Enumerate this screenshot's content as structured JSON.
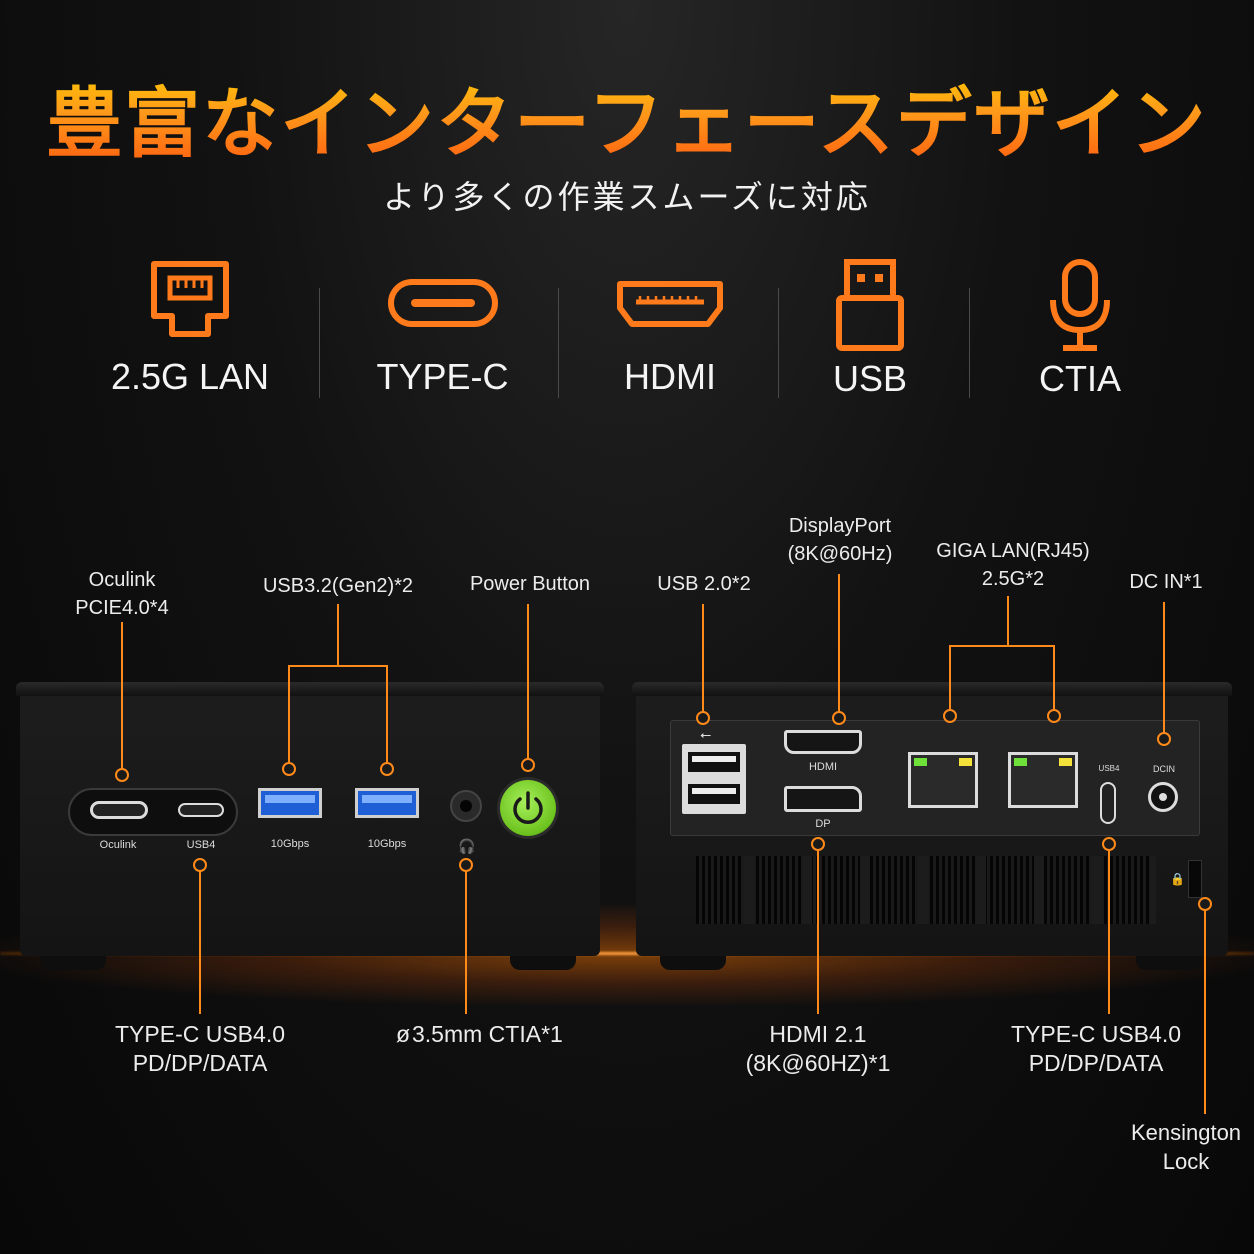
{
  "header": {
    "title": "豊富なインターフェースデザイン",
    "subtitle": "より多くの作業スムーズに対応"
  },
  "features": [
    {
      "icon": "ethernet-port-icon",
      "label": "2.5G LAN"
    },
    {
      "icon": "usb-c-port-icon",
      "label": "TYPE-C"
    },
    {
      "icon": "hdmi-port-icon",
      "label": "HDMI"
    },
    {
      "icon": "usb-a-port-icon",
      "label": "USB"
    },
    {
      "icon": "microphone-icon",
      "label": "CTIA"
    }
  ],
  "front": {
    "callouts": {
      "oculink": "Oculink\nPCIE4.0*4",
      "usb32": "USB3.2(Gen2)*2",
      "power": "Power Button",
      "typec": "TYPE-C USB4.0\nPD/DP/DATA",
      "audio": "3.5mm CTIA*1"
    },
    "port_labels": {
      "oculink": "Oculink",
      "usb4": "USB4",
      "usb_a1": "10Gbps",
      "usb_a2": "10Gbps"
    }
  },
  "back": {
    "callouts": {
      "usb20": "USB 2.0*2",
      "displayport": "DisplayPort\n(8K@60Hz)",
      "lan": "GIGA LAN(RJ45)\n2.5G*2",
      "dcin": "DC IN*1",
      "hdmi": "HDMI 2.1\n(8K@60HZ)*1",
      "typec": "TYPE-C USB4.0\nPD/DP/DATA",
      "kensington": "Kensington\nLock"
    },
    "port_labels": {
      "hdmi": "HDMI",
      "dp": "DP",
      "usb4": "USB4",
      "dcin": "DCIN"
    }
  },
  "colors": {
    "accent": "#ff8a1a",
    "title_top": "#ffd200",
    "title_bottom": "#ff5a10",
    "power_button": "#7fd42a",
    "lan_led_green": "#6fe03a",
    "lan_led_yellow": "#f4e23a"
  }
}
